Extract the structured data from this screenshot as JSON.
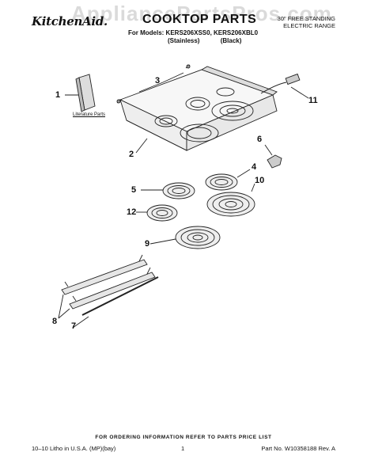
{
  "watermark": "AppliancePartsPros.com",
  "header": {
    "brand": "KitchenAid.",
    "title": "COOKTOP PARTS",
    "models_line": "For Models: KERS206XSS0, KERS206XBL0",
    "variants": [
      "(Stainless)",
      "(Black)"
    ],
    "range_type": [
      "30\" FREE STANDING",
      "ELECTRIC RANGE"
    ]
  },
  "diagram": {
    "literature_label": "Literature Parts",
    "callouts": [
      "1",
      "2",
      "3",
      "4",
      "5",
      "6",
      "7",
      "8",
      "9",
      "10",
      "11",
      "12"
    ]
  },
  "footer": {
    "ordering_note": "FOR ORDERING INFORMATION REFER TO PARTS PRICE LIST",
    "litho": "10–10 Litho in U.S.A. (MP)(bay)",
    "page_number": "1",
    "part_number": "Part No. W10358188 Rev. A"
  },
  "colors": {
    "line": "#222222",
    "fill": "#f4f4f4",
    "watermark": "#969696"
  }
}
